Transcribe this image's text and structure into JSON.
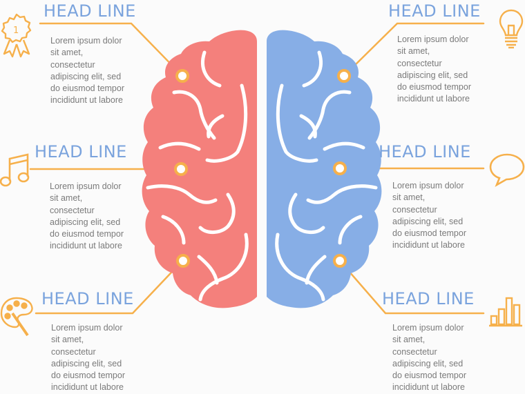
{
  "palette": {
    "accent": "#f6b04b",
    "heading": "#7aa3dd",
    "text": "#7a7a7a",
    "left_brain": "#f4807c",
    "right_brain": "#87aee6"
  },
  "panels": [
    {
      "id": "top-left",
      "heading": "HEAD LINE",
      "icon": "award-ribbon-icon",
      "badge": "1",
      "text": "Lorem ipsum dolor\nsit amet,\nconsectetur\nadipiscing elit, sed\ndo eiusmod tempor\nincididunt ut labore"
    },
    {
      "id": "mid-left",
      "heading": "HEAD LINE",
      "icon": "music-note-icon",
      "text": "Lorem ipsum dolor\nsit amet,\nconsectetur\nadipiscing elit, sed\ndo eiusmod tempor\nincididunt ut labore"
    },
    {
      "id": "bottom-left",
      "heading": "HEAD LINE",
      "icon": "paint-palette-icon",
      "text": "Lorem ipsum dolor\nsit amet,\nconsectetur\nadipiscing elit, sed\ndo eiusmod tempor\nincididunt ut labore"
    },
    {
      "id": "top-right",
      "heading": "HEAD LINE",
      "icon": "light-bulb-icon",
      "text": "Lorem ipsum dolor\nsit amet,\nconsectetur\nadipiscing elit, sed\ndo eiusmod tempor\nincididunt ut labore"
    },
    {
      "id": "mid-right",
      "heading": "HEAD LINE",
      "icon": "speech-bubble-icon",
      "text": "Lorem ipsum dolor\nsit amet,\nconsectetur\nadipiscing elit, sed\ndo eiusmod tempor\nincididunt ut labore"
    },
    {
      "id": "bottom-right",
      "heading": "HEAD LINE",
      "icon": "bar-chart-icon",
      "text": "Lorem ipsum dolor\nsit amet,\nconsectetur\nadipiscing elit, sed\ndo eiusmod tempor\nincididunt ut labore"
    }
  ]
}
